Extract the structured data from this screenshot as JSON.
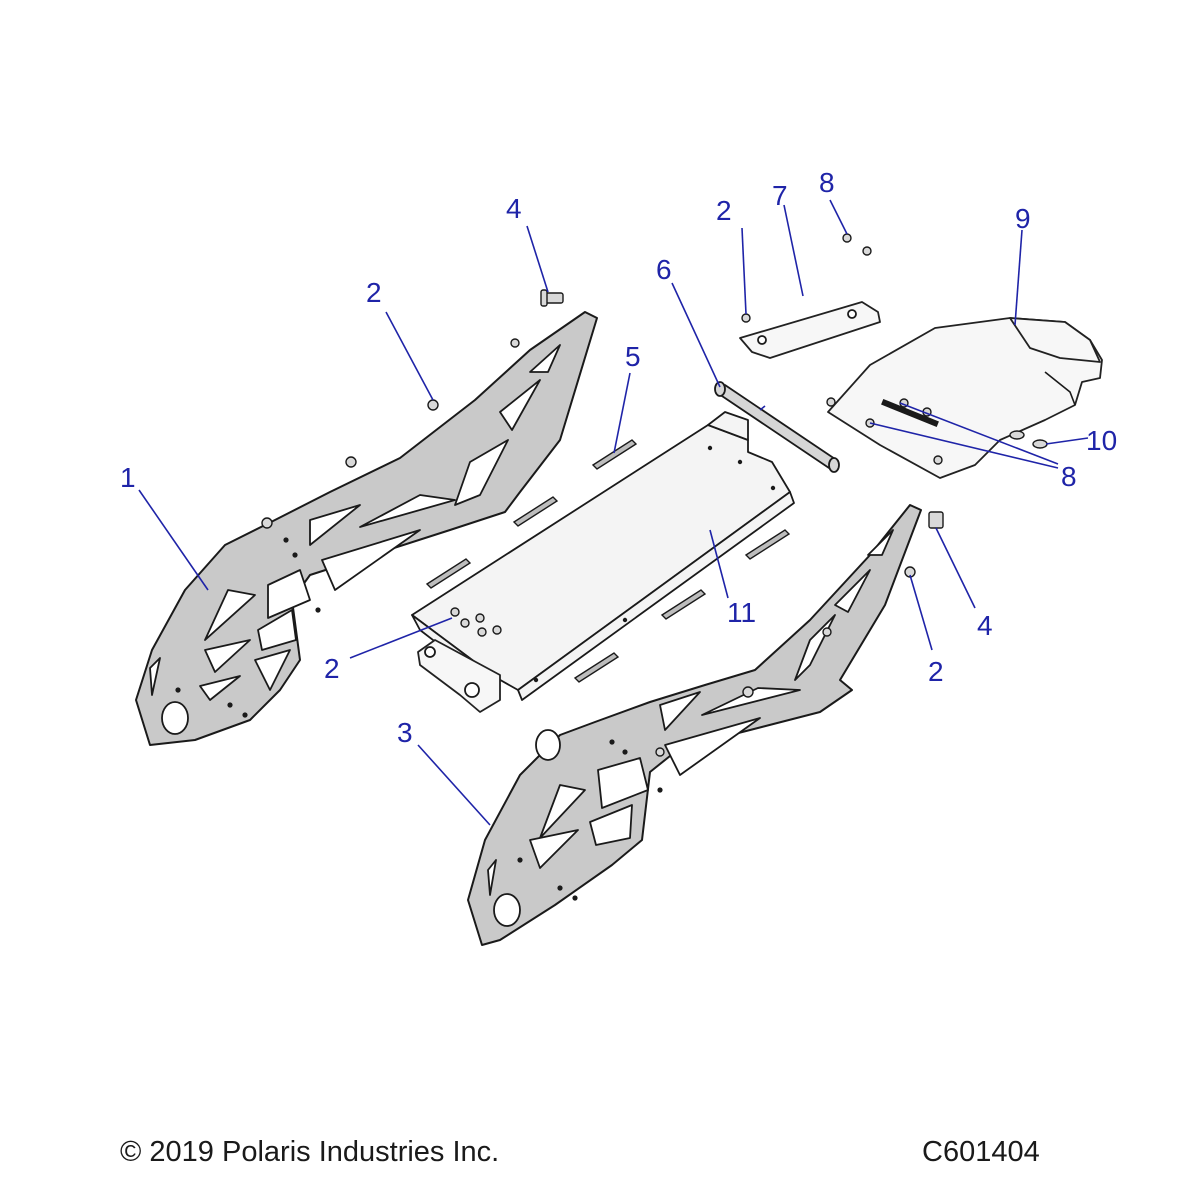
{
  "callouts": [
    {
      "id": "1",
      "label": "1"
    },
    {
      "id": "2a",
      "label": "2"
    },
    {
      "id": "2b",
      "label": "2"
    },
    {
      "id": "2c",
      "label": "2"
    },
    {
      "id": "2d",
      "label": "2"
    },
    {
      "id": "3",
      "label": "3"
    },
    {
      "id": "4a",
      "label": "4"
    },
    {
      "id": "4b",
      "label": "4"
    },
    {
      "id": "5",
      "label": "5"
    },
    {
      "id": "6",
      "label": "6"
    },
    {
      "id": "7",
      "label": "7"
    },
    {
      "id": "8a",
      "label": "8"
    },
    {
      "id": "8b",
      "label": "8"
    },
    {
      "id": "9",
      "label": "9"
    },
    {
      "id": "10",
      "label": "10"
    },
    {
      "id": "11",
      "label": "11"
    }
  ],
  "footer": {
    "copyright": "© 2019 Polaris Industries Inc.",
    "diagram_code": "C601404"
  },
  "colors": {
    "callout": "#1f24a8",
    "part_fill": "#c9c9c9",
    "outline": "#1a1a1a"
  }
}
